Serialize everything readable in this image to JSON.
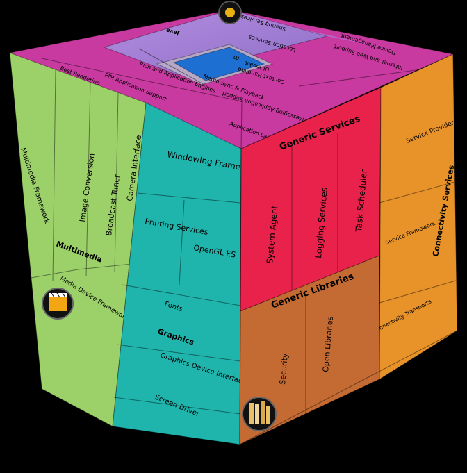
{
  "top": {
    "center": "m",
    "inner": [
      "UI Toolkit",
      "Context Handling"
    ],
    "ring": [
      "Messaging Application Support",
      "Application Launch Services",
      "PIM Application Support",
      "Best Rendering",
      "Rich and Application Engines",
      "Media Sync & Playback",
      "Internet and Web Support",
      "Location Services",
      "Device Management",
      "Sharing Services"
    ],
    "top_label": "Java"
  },
  "left_face": {
    "group_label": "Multimedia",
    "columns": [
      "Multimedia Framework",
      "Image Conversion",
      "Broadcast Tuner",
      "Camera Interface"
    ],
    "bottom": "Media Device Framework"
  },
  "graphics": {
    "group_label": "Graphics",
    "windowing": "Windowing Framework",
    "printing": "Printing Services",
    "opengl": "OpenGL ES",
    "fonts": "Fonts",
    "gdi": "Graphics Device Interface",
    "screen_driver": "Screen Driver"
  },
  "generic_services": {
    "title": "Generic Services",
    "items": [
      "System Agent",
      "Logging Services",
      "Task Scheduler"
    ]
  },
  "connectivity": {
    "title": "Connectivity Services",
    "items": [
      "Service Providers",
      "Service Framework",
      "Connectivity Transports"
    ]
  },
  "generic_libraries": {
    "title": "Generic Libraries",
    "items": [
      "Security",
      "Open Libraries"
    ]
  },
  "colors": {
    "magenta": "#c93aa0",
    "violet": "#9a7fd0",
    "green": "#9cd16a",
    "teal": "#1fb5ad",
    "red": "#e8224a",
    "orange": "#e8922a",
    "brown": "#c46a33",
    "blue": "#1d6fd1"
  },
  "icons": [
    "clapperboard-icon",
    "books-icon",
    "top-emblem-icon"
  ]
}
